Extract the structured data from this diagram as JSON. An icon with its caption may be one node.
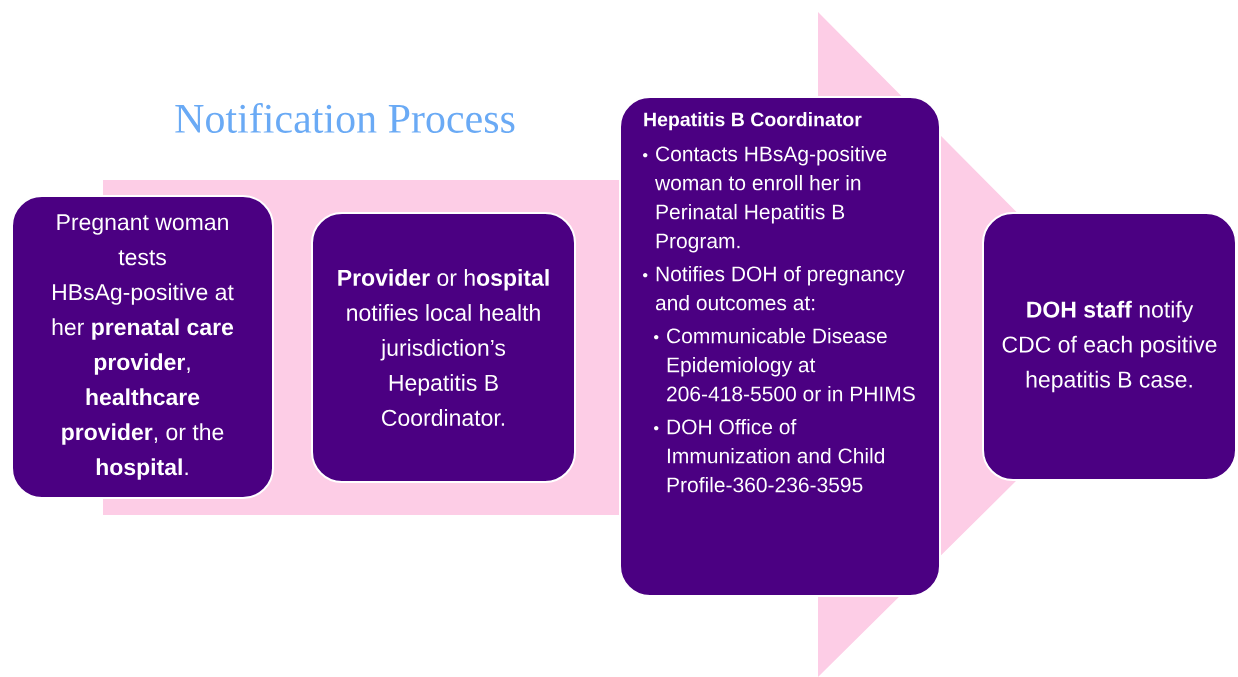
{
  "diagram": {
    "title": "Notification Process",
    "nodes": [
      {
        "text": [
          "Pregnant woman tests HBsAg-positive at her **prenatal care provider**, **healthcare provider**, or the **hospital**."
        ]
      },
      {
        "text": [
          "**Provider** or h**ospital** notifies local health jurisdiction’s Hepatitis B Coordinator."
        ]
      },
      {
        "text": [
          "Hepatitis B Coordinator",
          "Contacts HBsAg-positive woman to enroll her in Perinatal Hepatitis B Program.",
          "Notifies DOH of pregnancy and outcomes at:",
          "Communicable Disease Epidemiology at 206-418-5500 or in PHIMS",
          "DOH Office of Immunization and Child Profile-360-236-3595"
        ]
      },
      {
        "text": [
          "**DOH staff** notify CDC of each positive hepatitis B case."
        ]
      }
    ],
    "edges": [
      {
        "from": 0,
        "to": 3,
        "arrow": "to"
      }
    ]
  }
}
